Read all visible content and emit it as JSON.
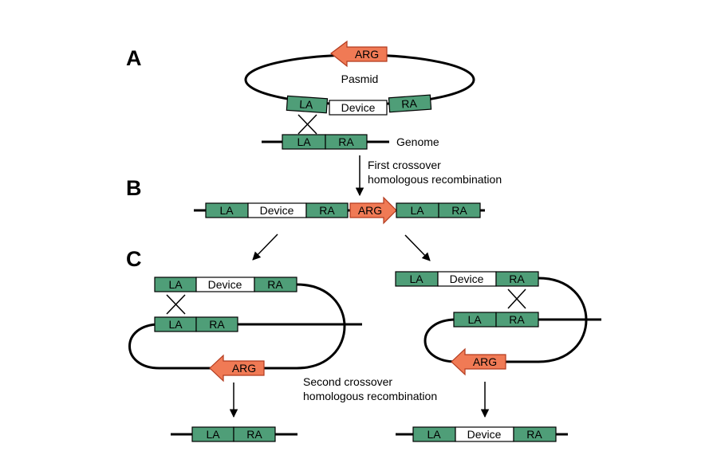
{
  "panels": {
    "a": "A",
    "b": "B",
    "c": "C"
  },
  "labels": {
    "pasmid": "Pasmid",
    "genome": "Genome",
    "first_crossover_1": "First crossover",
    "first_crossover_2": "homologous recombination",
    "second_crossover_1": "Second crossover",
    "second_crossover_2": "homologous recombination"
  },
  "blocks": {
    "la": "LA",
    "ra": "RA",
    "device": "Device",
    "arg": "ARG"
  },
  "colors": {
    "arm_fill": "#4f9e78",
    "arg_fill": "#f07a55",
    "device_fill": "#ffffff",
    "line": "#000000"
  }
}
